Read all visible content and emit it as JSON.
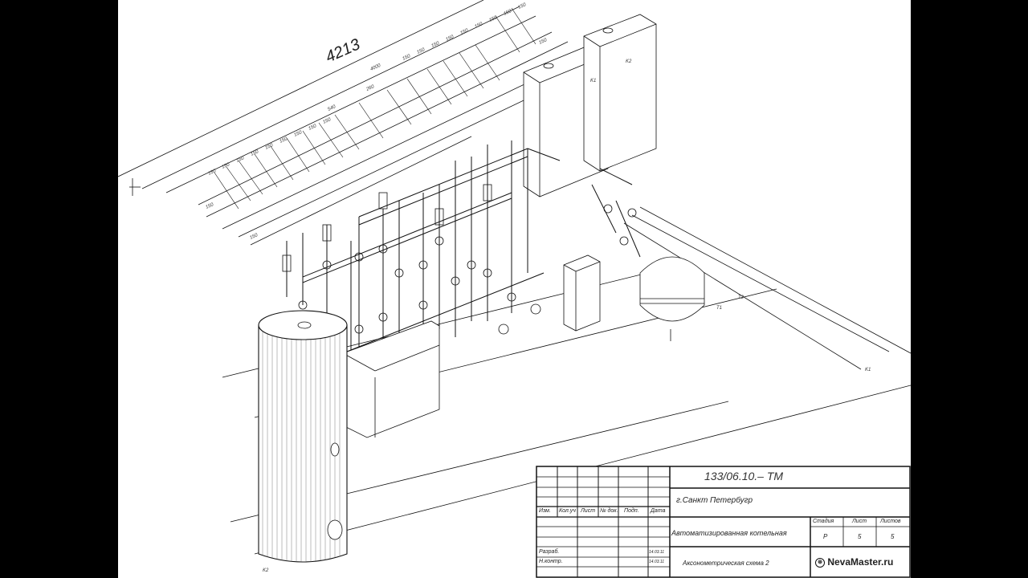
{
  "drawing": {
    "overall_dimension": "4213",
    "dimension_labels": [
      "4000",
      "260",
      "540",
      "150",
      "150",
      "150",
      "150",
      "150",
      "150",
      "150",
      "150",
      "150",
      "150",
      "150",
      "150",
      "150",
      "150",
      "150",
      "150",
      "150",
      "150",
      "150",
      "150",
      "150"
    ],
    "tag_labels": [
      "K1",
      "K2",
      "T1",
      "T2",
      "K1",
      "K2"
    ]
  },
  "title_block": {
    "code": "133/06.10.– TM",
    "city": "г.Санкт Петербугр",
    "object": "Автоматизированная котельная",
    "sheet_name": "Аксонометрическая схема 2",
    "columns": [
      "Изм.",
      "Кол.уч",
      "Лист",
      "№ док.",
      "Подп.",
      "Дата"
    ],
    "roles": [
      {
        "role": "Разраб.",
        "date": "14.03.11"
      },
      {
        "role": "Н.контр.",
        "date": "14.03.11"
      }
    ],
    "stage_header": "Стадия",
    "sheet_header": "Лист",
    "sheets_header": "Листов",
    "stage_value": "Р",
    "sheet_value": "5",
    "sheets_value": "5",
    "brand": "NevaMaster.ru"
  }
}
